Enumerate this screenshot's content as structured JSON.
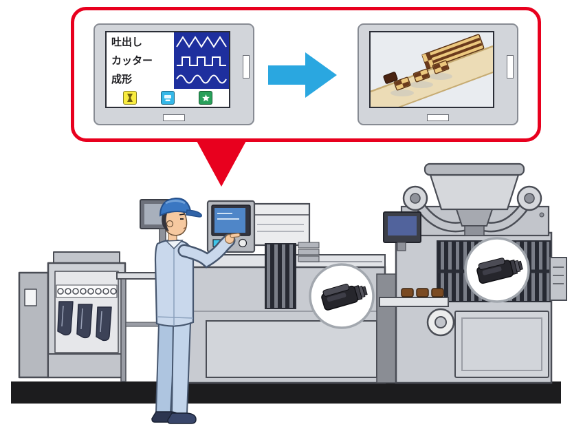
{
  "callout": {
    "border_color": "#e8001e",
    "arrow": {
      "direction": "right",
      "color": "#2aa7e0"
    },
    "monitor_screen": {
      "rows": [
        {
          "label": "吐出し",
          "waveform": "zigzag"
        },
        {
          "label": "カッター",
          "waveform": "square"
        },
        {
          "label": "成形",
          "waveform": "sine"
        }
      ],
      "waveform_panel_color": "#1e2f9e",
      "toolbar_icons": [
        {
          "icon": "hourglass-icon",
          "color": "#f9ec3f"
        },
        {
          "icon": "display-icon",
          "color": "#35b8e8"
        },
        {
          "icon": "star-save-icon",
          "color": "#28a05a"
        }
      ]
    },
    "product_screen": {
      "content": "confectionery-pieces-on-conveyor-illustration"
    }
  },
  "scene": {
    "floor_color": "#1c1c1e",
    "machine_color": "#c8cbd1",
    "elements": [
      "left-sheeter-machine",
      "work-table",
      "overview-monitor",
      "machine-hmi-panel",
      "center-forming-machine",
      "right-mixer-machine",
      "operator-touching-panel",
      "sensor-camera-detail-left",
      "sensor-camera-detail-right"
    ]
  }
}
